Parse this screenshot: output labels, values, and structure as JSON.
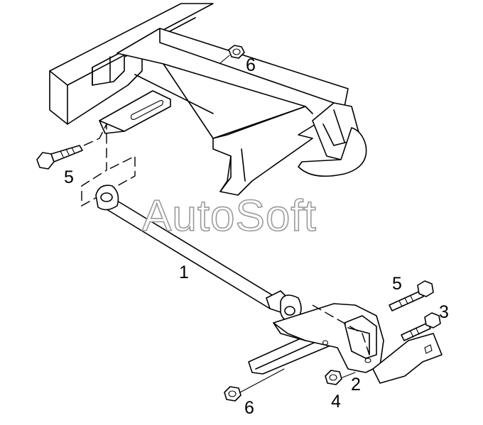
{
  "watermark": "AutoSoft",
  "callouts": {
    "rod": "1",
    "bracket": "2",
    "bolt_right_lower": "3",
    "nut_lower": "4",
    "bolt_left": "5",
    "bolt_right_upper": "5",
    "nut_top": "6",
    "nut_bottom": "6"
  }
}
